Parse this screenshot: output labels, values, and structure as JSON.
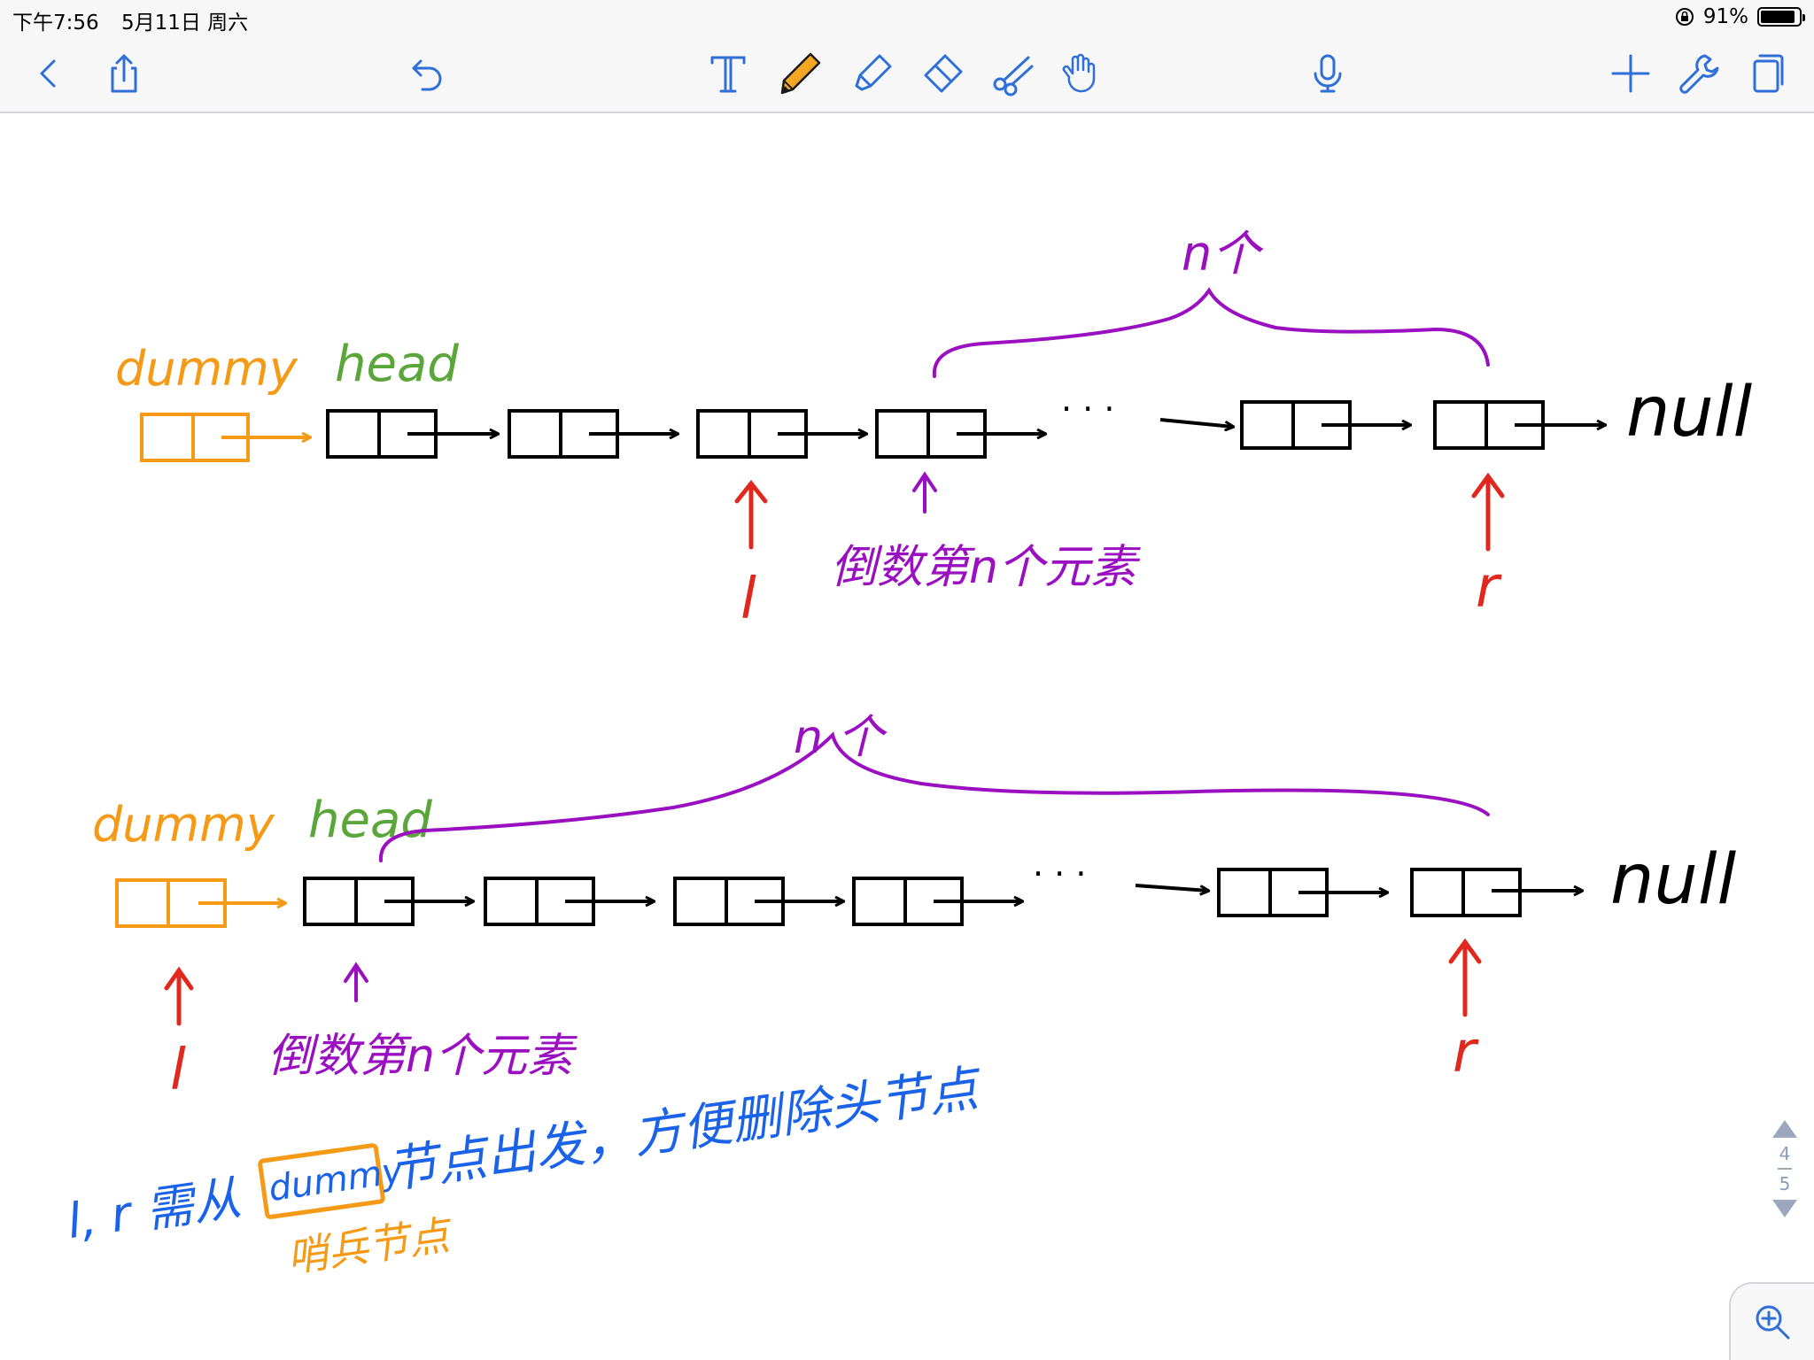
{
  "status_bar": {
    "time": "下午7:56",
    "date": "5月11日 周六",
    "battery_percent": "91%",
    "battery_level": 0.91
  },
  "toolbar": {
    "left": [
      "back-icon",
      "share-icon",
      "undo-icon"
    ],
    "tools": [
      "text-tool-icon",
      "pencil-tool-icon",
      "highlighter-tool-icon",
      "eraser-tool-icon",
      "scissors-tool-icon",
      "hand-tool-icon"
    ],
    "center": [
      "microphone-icon"
    ],
    "right": [
      "add-icon",
      "settings-wrench-icon",
      "pages-icon"
    ],
    "active_tool": "pencil-tool-icon",
    "accent_color": "#f5a623",
    "icon_color": "#2f6fd8"
  },
  "drawing": {
    "colors": {
      "ink": "#000000",
      "dummy": "#f59a16",
      "head": "#5aa63a",
      "brace": "#9a10c0",
      "pointer": "#e0281e",
      "note": "#1a63e8"
    },
    "diagram1": {
      "dummy_label": "dummy",
      "head_label": "head",
      "null_label": "null",
      "ellipsis": "· · ·",
      "brace_label": "n个",
      "l_label": "l",
      "r_label": "r",
      "nth_label": "倒数第n个元素"
    },
    "diagram2": {
      "dummy_label": "dummy",
      "head_label": "head",
      "null_label": "null",
      "ellipsis": "· · ·",
      "brace_label": "n 个",
      "l_label": "l",
      "r_label": "r",
      "nth_label": "倒数第n个元素"
    },
    "note_prefix": "l, r 需从",
    "note_highlight": "dummy",
    "note_suffix": "节点出发，方便删除头节点",
    "note_sub": "哨兵节点"
  },
  "pager": {
    "current": "4",
    "total": "5"
  }
}
